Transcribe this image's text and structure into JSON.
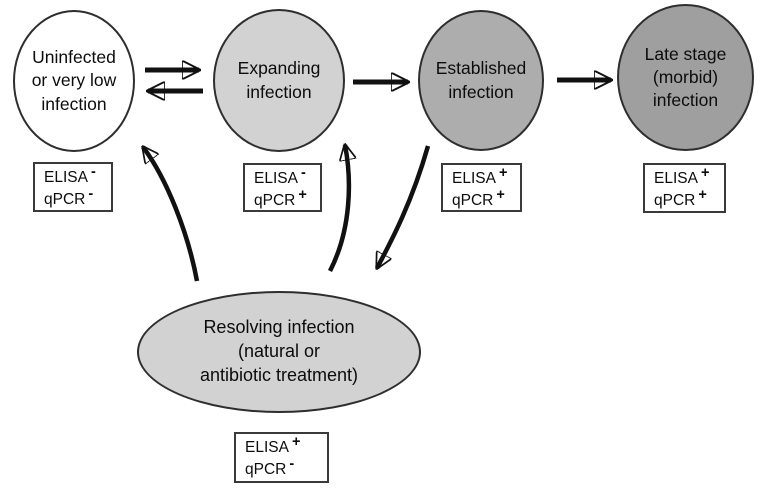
{
  "figure": {
    "type": "flow-diagram",
    "description_colors": {
      "uninfected_fill": "#ffffff",
      "expanding_fill": "#d2d2d2",
      "established_fill": "#adadad",
      "late_stage_fill": "#9f9f9f",
      "resolving_fill": "#d2d2d2",
      "outline": "#2e2e2e",
      "arrow": "#111111"
    }
  },
  "stages": [
    {
      "id": "uninfected",
      "label": "Uninfected\nor very low\ninfection",
      "fill": "#ffffff",
      "box": {
        "assay1": "ELISA",
        "sign1": "-",
        "assay2": "qPCR",
        "sign2": "-"
      }
    },
    {
      "id": "expanding",
      "label": "Expanding\ninfection",
      "fill": "#d2d2d2",
      "box": {
        "assay1": "ELISA",
        "sign1": "-",
        "assay2": "qPCR",
        "sign2": "+"
      }
    },
    {
      "id": "established",
      "label": "Established\ninfection",
      "fill": "#adadad",
      "box": {
        "assay1": "ELISA",
        "sign1": "+",
        "assay2": "qPCR",
        "sign2": "+"
      }
    },
    {
      "id": "late-stage",
      "label": "Late stage\n(morbid)\ninfection",
      "fill": "#9f9f9f",
      "box": {
        "assay1": "ELISA",
        "sign1": "+",
        "assay2": "qPCR",
        "sign2": "+"
      }
    },
    {
      "id": "resolving",
      "label": "Resolving infection\n(natural or\nantibiotic treatment)",
      "fill": "#d2d2d2",
      "box": {
        "assay1": "ELISA",
        "sign1": "+",
        "assay2": "qPCR",
        "sign2": "-"
      }
    }
  ],
  "arrows": [
    {
      "from": "uninfected",
      "to": "expanding",
      "style": "straight"
    },
    {
      "from": "expanding",
      "to": "uninfected",
      "style": "straight"
    },
    {
      "from": "expanding",
      "to": "established",
      "style": "straight"
    },
    {
      "from": "established",
      "to": "late-stage",
      "style": "straight"
    },
    {
      "from": "resolving",
      "to": "uninfected",
      "style": "curved"
    },
    {
      "from": "resolving",
      "to": "expanding",
      "style": "curved"
    },
    {
      "from": "established",
      "to": "resolving",
      "style": "curved"
    }
  ]
}
